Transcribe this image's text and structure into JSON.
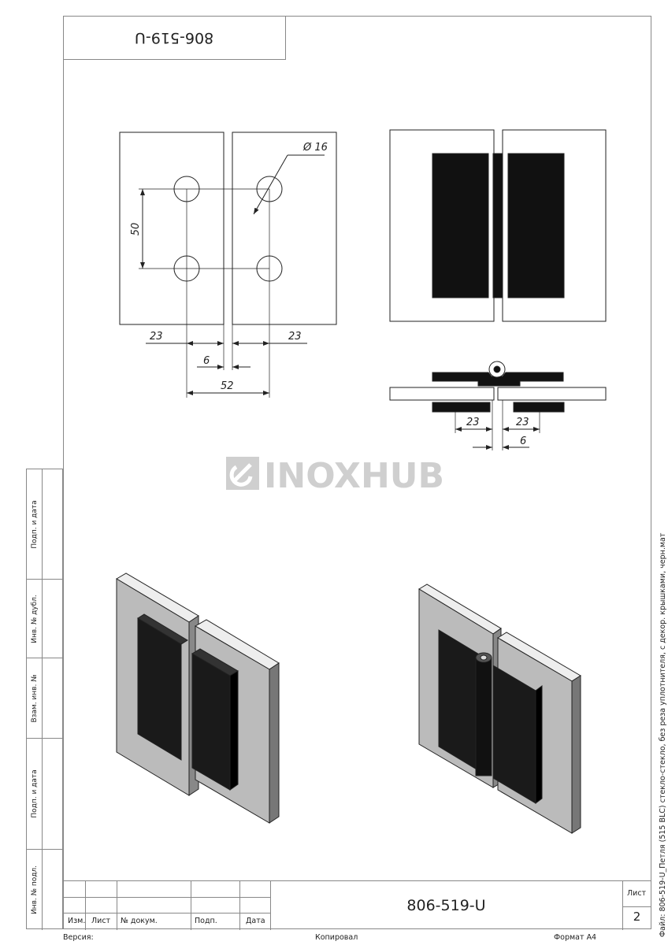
{
  "stamp": {
    "code_rotated": "806-519-U"
  },
  "left_strip": [
    "Подп. и дата",
    "Инв. № дубл.",
    "Взам. инв. №",
    "Подп. и дата",
    "Инв. № подл."
  ],
  "dimensions": {
    "front": {
      "diameter": "Ø 16",
      "vertical": "50",
      "left_offset": "23",
      "right_offset": "23",
      "gap": "6",
      "total": "52"
    },
    "section": {
      "left": "23",
      "right": "23",
      "gap": "6"
    }
  },
  "watermark": "INOXHUB",
  "title_block": {
    "headers": [
      "Изм.",
      "Лист",
      "№ докум.",
      "Подп.",
      "Дата"
    ],
    "designation": "806-519-U",
    "sheet_label": "Лист",
    "sheet_number": "2"
  },
  "footer": {
    "version": "Версия:",
    "copied": "Копировал",
    "format": "Формат А4"
  },
  "side_note": "Файл: 806-519-U_Петля (515 BLC) стекло-стекло, без реза уплотнителя, с декор. крышками, черн.мат"
}
